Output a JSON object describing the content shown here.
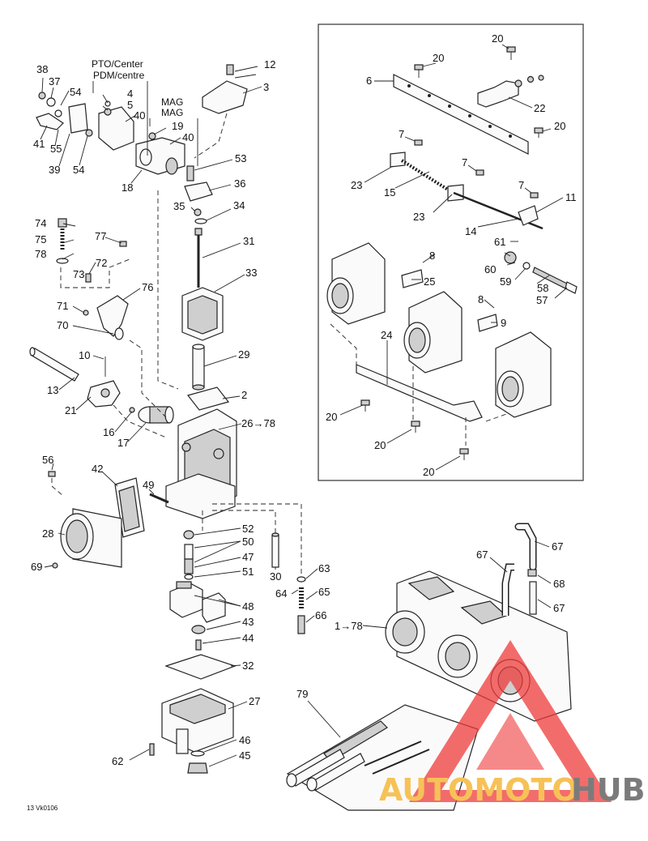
{
  "diagram": {
    "header_pto": "PTO/Center",
    "header_pdm": "PDM/centre",
    "header_mag1": "MAG",
    "header_mag2": "MAG",
    "drawing_code": "13 Vk0106"
  },
  "callouts": {
    "c1": "1→78",
    "c2": "2",
    "c3": "3",
    "c4": "4",
    "c5": "5",
    "c6": "6",
    "c7a": "7",
    "c7b": "7",
    "c7c": "7",
    "c8a": "8",
    "c8b": "8",
    "c9": "9",
    "c10": "10",
    "c11": "11",
    "c12": "12",
    "c13": "13",
    "c14": "14",
    "c15": "15",
    "c16": "16",
    "c17": "17",
    "c18": "18",
    "c19": "19",
    "c20a": "20",
    "c20b": "20",
    "c20c": "20",
    "c20d": "20",
    "c20e": "20",
    "c20f": "20",
    "c21": "21",
    "c22": "22",
    "c23a": "23",
    "c23b": "23",
    "c24": "24",
    "c25": "25",
    "c26": "26→78",
    "c27": "27",
    "c28": "28",
    "c29": "29",
    "c30": "30",
    "c31": "31",
    "c32": "32",
    "c33": "33",
    "c34": "34",
    "c35": "35",
    "c36": "36",
    "c37": "37",
    "c38": "38",
    "c39": "39",
    "c40a": "40",
    "c40b": "40",
    "c41": "41",
    "c42": "42",
    "c43": "43",
    "c44": "44",
    "c45": "45",
    "c46": "46",
    "c47": "47",
    "c48": "48",
    "c49": "49",
    "c50": "50",
    "c51": "51",
    "c52": "52",
    "c53": "53",
    "c54a": "54",
    "c54b": "54",
    "c55": "55",
    "c56": "56",
    "c57": "57",
    "c58": "58",
    "c59": "59",
    "c60": "60",
    "c61": "61",
    "c62": "62",
    "c63": "63",
    "c64": "64",
    "c65": "65",
    "c66": "66",
    "c67a": "67",
    "c67b": "67",
    "c67c": "67",
    "c68": "68",
    "c69": "69",
    "c70": "70",
    "c71": "71",
    "c72": "72",
    "c73": "73",
    "c74": "74",
    "c75": "75",
    "c76": "76",
    "c77": "77",
    "c78": "78",
    "c79": "79"
  },
  "watermark": {
    "text_auto": "AUTOMOTO",
    "text_hub": "HUB",
    "color_auto": "#f6c257",
    "color_hub": "#7b7b7b",
    "color_logo": "#ef3b3b"
  }
}
